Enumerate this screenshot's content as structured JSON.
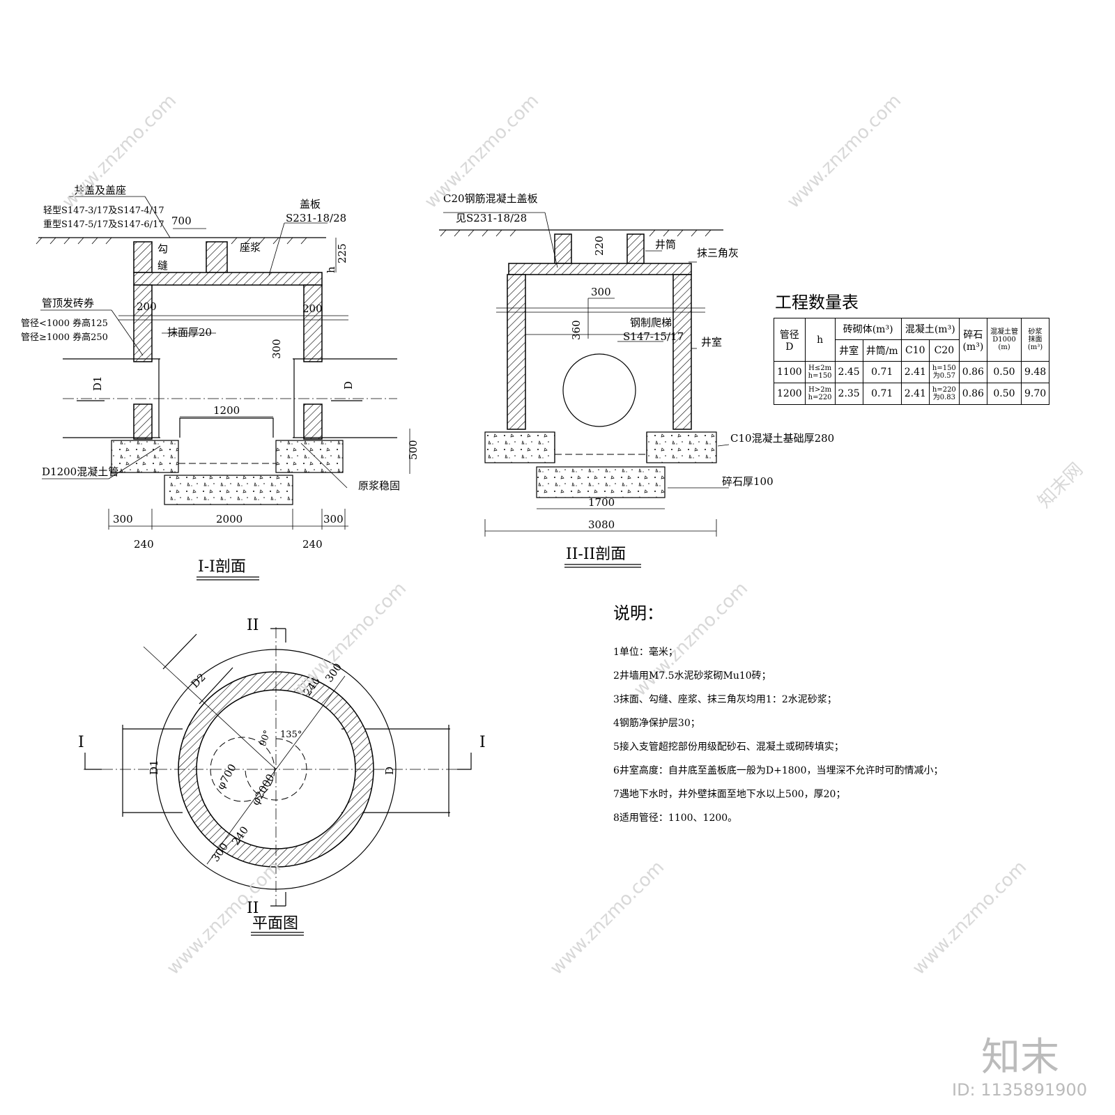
{
  "section1": {
    "title": "I-I剖面",
    "labels": {
      "cover_seat": "井盖及盖座",
      "light_type": "轻型S147-3/17及S147-4/17",
      "heavy_type": "重型S147-5/17及S147-6/17",
      "cover_plate": "盖板",
      "cover_plate_ref": "S231-18/28",
      "joint": "勾",
      "joint2": "缝",
      "mortar": "座浆",
      "arch": "管顶发砖券",
      "arch_small": "管径<1000  券高125",
      "arch_large": "管径≥1000  券高250",
      "plaster": "抹面厚20",
      "pipe_d1": "D1",
      "pipe_d": "D",
      "pipe_label": "D1200混凝土管",
      "grout": "原浆稳固"
    },
    "dims": {
      "d700": "700",
      "d225": "225",
      "dh": "h",
      "d200a": "200",
      "d200b": "200",
      "d300v": "300",
      "d1200": "1200",
      "d500": "500",
      "d300a": "300",
      "d2000": "2000",
      "d300b": "300",
      "d240a": "240",
      "d240b": "240"
    }
  },
  "section2": {
    "title": "II-II剖面",
    "labels": {
      "c20_plate": "C20钢筋混凝土盖板",
      "c20_ref": "见S231-18/28",
      "shaft": "井筒",
      "fillet": "抹三角灰",
      "ladder": "钢制爬梯",
      "ladder_ref": "S147-15/17",
      "chamber": "井室",
      "c10_base": "C10混凝土基础厚280",
      "gravel": "碎石厚100"
    },
    "dims": {
      "d220": "220",
      "d300": "300",
      "d360": "360",
      "d1700": "1700",
      "d3080": "3080"
    }
  },
  "plan": {
    "title": "平面图",
    "cut_ii_top": "II",
    "cut_ii_bottom": "II",
    "cut_i_left": "I",
    "cut_i_right": "I",
    "d1": "D1",
    "d": "D",
    "d2": "D2",
    "phi700": "φ700",
    "phi2000": "φ2000",
    "a90": "90°",
    "a135": "135°",
    "dim240a": "240",
    "dim300a": "300",
    "dim300b": "300",
    "dim240b": "240"
  },
  "table": {
    "title": "工程数量表",
    "head": {
      "pipe_d": "管径",
      "pipe_d2": "D",
      "h": "h",
      "brick": "砖砌体(m³)",
      "concrete": "混凝土(m³)",
      "gravel": "碎石",
      "gravel_unit": "(m³)",
      "pipe_conc": "混凝土管",
      "pipe_conc2": "D1000",
      "pipe_conc_unit": "(m)",
      "mortar": "砂浆",
      "mortar2": "抹面",
      "mortar_unit": "(m³)",
      "chamber": "井室",
      "shaft": "井筒/m",
      "c10": "C10",
      "c20": "C20"
    },
    "rows": [
      {
        "d": "1100",
        "h1": "H≤2m",
        "h2": "h=150",
        "chamber": "2.45",
        "shaft": "0.71",
        "c10": "2.41",
        "c20a": "h=150",
        "c20b": "为0.57",
        "gravel": "0.86",
        "pipe": "0.50",
        "mortar": "9.48"
      },
      {
        "d": "1200",
        "h1": "H>2m",
        "h2": "h=220",
        "chamber": "2.35",
        "shaft": "0.71",
        "c10": "2.41",
        "c20a": "h=220",
        "c20b": "为0.83",
        "gravel": "0.86",
        "pipe": "0.50",
        "mortar": "9.70"
      }
    ]
  },
  "notes": {
    "title": "说明：",
    "items": [
      "1单位：毫米；",
      "2井墙用M7.5水泥砂浆砌Mu10砖；",
      "3抹面、勾缝、座浆、抹三角灰均用1：2水泥砂浆；",
      "4钢筋净保护层30；",
      "5接入支管超挖部份用级配砂石、混凝土或砌砖填实；",
      "6井室高度：自井底至盖板底一般为D+1800，当埋深不允许时可酌情减小；",
      "7遇地下水时，井外壁抹面至地下水以上500，厚20；",
      "8适用管径：1100、1200。"
    ]
  },
  "watermark": {
    "site": "www.znzmo.com",
    "brand_small": "知末网",
    "brand": "知末",
    "id": "ID: 1135891900"
  }
}
